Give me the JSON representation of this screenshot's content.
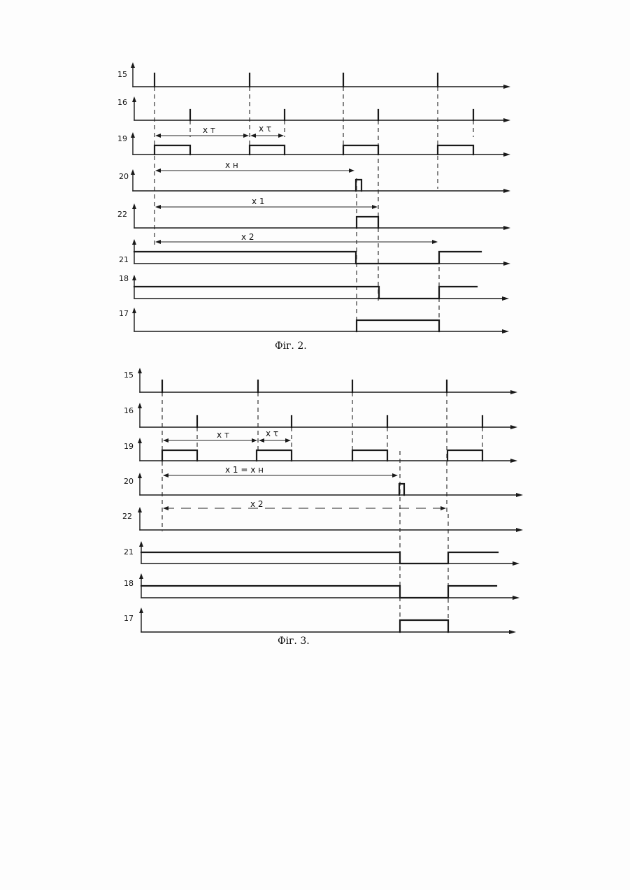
{
  "figures": [
    {
      "caption": "Фіг. 2.",
      "channels": [
        "15",
        "16",
        "19",
        "20",
        "22",
        "21",
        "18",
        "17"
      ],
      "dims": [
        {
          "label": "x т"
        },
        {
          "label": "x τ"
        },
        {
          "label": "x н"
        },
        {
          "label": "x 1"
        },
        {
          "label": "x 2"
        }
      ]
    },
    {
      "caption": "Фіг. 3.",
      "channels": [
        "15",
        "16",
        "19",
        "20",
        "22",
        "21",
        "18",
        "17"
      ],
      "dims": [
        {
          "label": "x т"
        },
        {
          "label": "x τ"
        },
        {
          "label": "x 1 = x н"
        },
        {
          "label": "x 2"
        }
      ]
    }
  ]
}
